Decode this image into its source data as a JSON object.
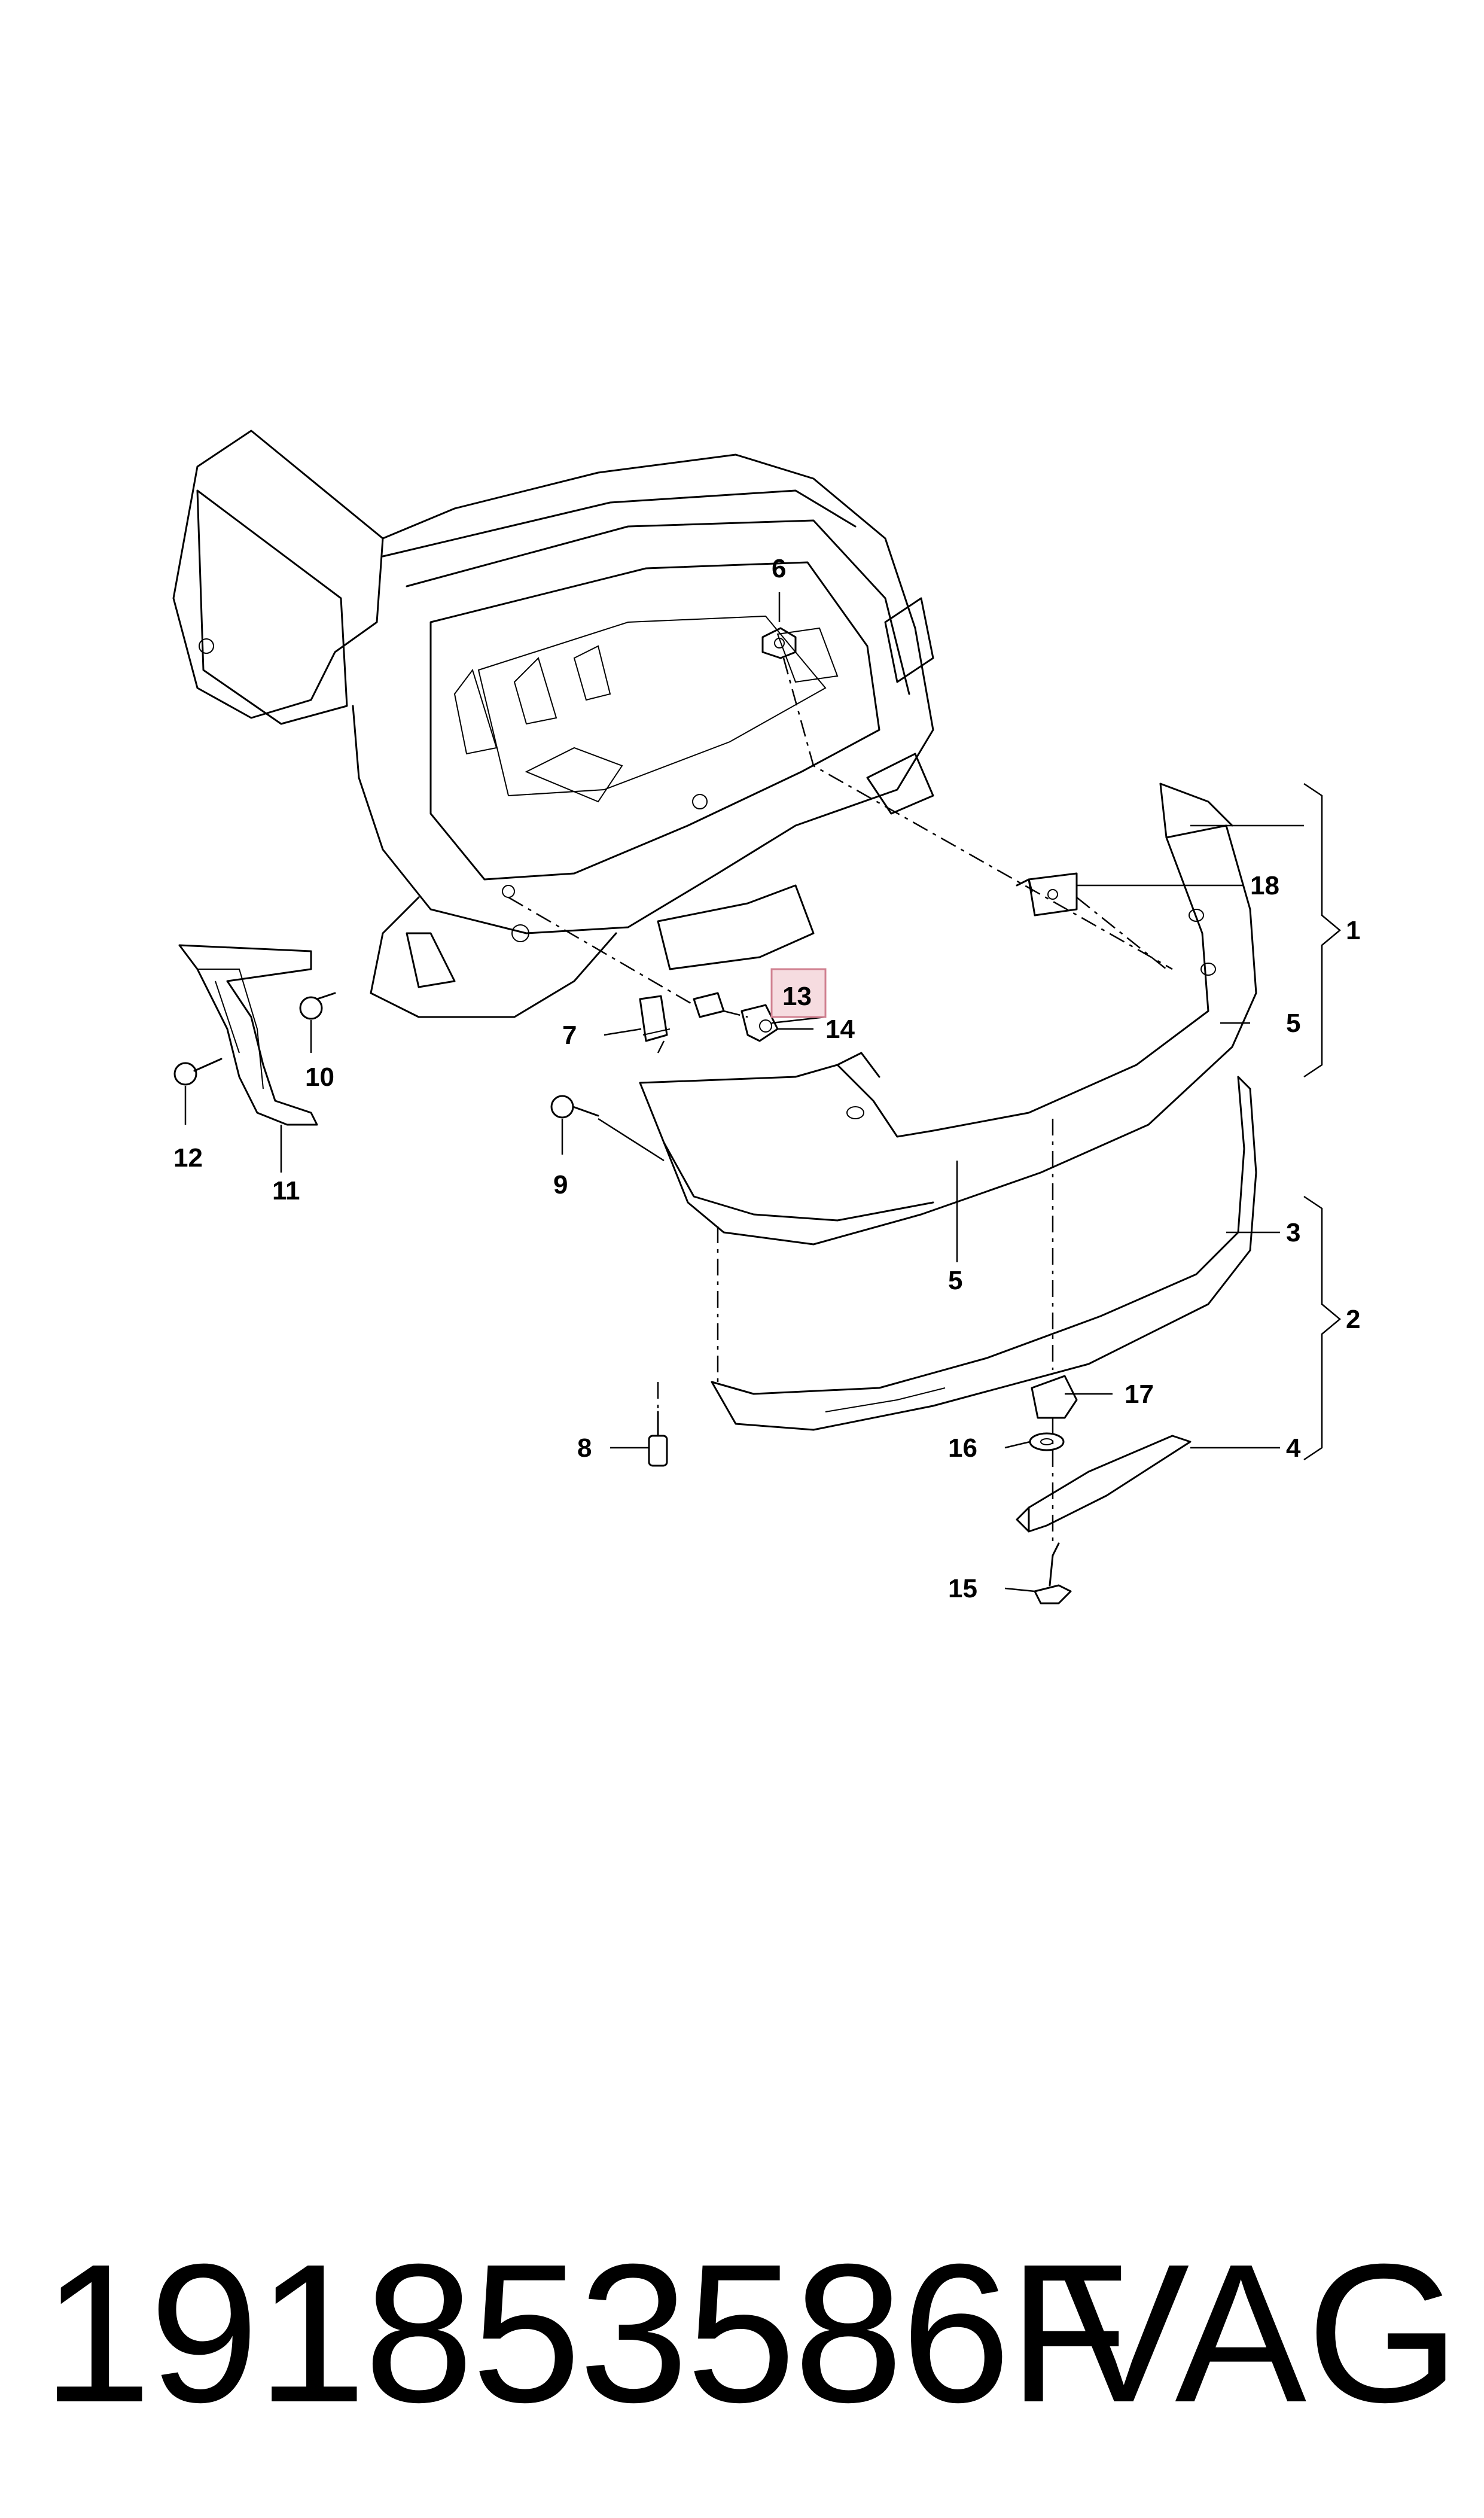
{
  "diagram": {
    "highlight_color": "#f6dce0",
    "highlight_border": "#d08090",
    "callouts": {
      "c1": "1",
      "c2": "2",
      "c3": "3",
      "c4": "4",
      "c5a": "5",
      "c5b": "5",
      "c6": "6",
      "c7": "7",
      "c8": "8",
      "c9": "9",
      "c10": "10",
      "c11": "11",
      "c12": "12",
      "c13": "13",
      "c14": "14",
      "c15": "15",
      "c16": "16",
      "c17": "17",
      "c18": "18"
    }
  },
  "footer": {
    "part_number": "191853586F",
    "brand": "VAG"
  }
}
